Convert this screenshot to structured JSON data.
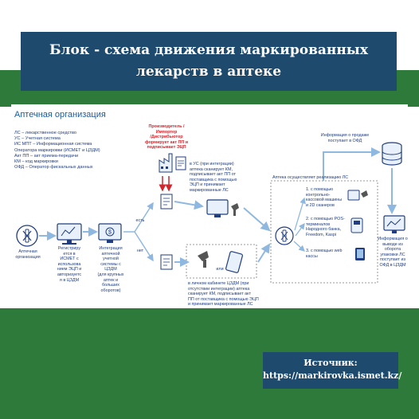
{
  "title": {
    "line1": "Блок - схема движения маркированных",
    "line2": "лекарств в аптеке"
  },
  "diagram": {
    "org_title": "Аптечная организация",
    "legend": [
      "ЛС – лекарственное средство",
      "УС – Учетная система",
      "ИС МПТ – Информационная система",
      "Оператора маркировки (ИСМЕТ и ЦЗДМ)",
      "Акт ПП – акт приема-передачи",
      "КМ – код маркировки",
      "ОФД – Оператор фискальных данных"
    ],
    "step_pharmacy": "Аптечная организация",
    "step_register": [
      "Регистриру",
      "ется в",
      "ИСМЕТ с",
      "использова",
      "нием ЭЦП и",
      "авторизуетс",
      "я в ЦЗДМ"
    ],
    "step_integration": [
      "Интеграция",
      "аптечной",
      "учетной",
      "системы с",
      "ЦЗДМ",
      "(для крупных",
      "аптек и",
      "больших",
      "оборотов)"
    ],
    "label_yes": "есть",
    "label_no": "нет",
    "manufacturer": [
      "Производитель /",
      "Импортер",
      "/Дистрибьютор",
      "формирует акт ПП и",
      "подписывает ЭЦП"
    ],
    "us_branch": [
      "в УС (при интеграции)",
      "аптека сканирует КМ,",
      "подписывает акт ПП от",
      "поставщика с помощью",
      "ЭЦП  и  принимает",
      "маркированные ЛС"
    ],
    "cabinet_branch": [
      "в личном кабинете ЦЗДМ (при",
      "отсутствии интеграции) аптека",
      "сканирует КМ, подписывает акт",
      "ПП от поставщика с помощью ЭЦП",
      "и  принимает маркированные ЛС"
    ],
    "label_or": "или",
    "sale_title": "Аптека осуществляет реализацию ЛС",
    "sale_options": [
      [
        "1. с помощью",
        "контрольно-",
        "кассовой машины",
        "и 2D сканеров"
      ],
      [
        "2. с помощью POS-",
        "терминалов",
        "Народного банка,",
        "Freedom, Kaspi"
      ],
      [
        "3. с помощью web",
        "кассы"
      ]
    ],
    "ofd_info": [
      "Информация о продаже",
      "поступает в ОФД"
    ],
    "withdraw_info": [
      "Информация о",
      "выводе из",
      "оборота",
      "упаковки ЛС",
      "поступает из",
      "ОФД в ЦЗДМ"
    ]
  },
  "source": {
    "label": "Источник:",
    "url": "https://markirovka.ismet.kz/"
  },
  "colors": {
    "navy": "#1e4a6e",
    "green": "#2d7a3a",
    "diagram_blue": "#1f3d80",
    "light_blue": "#9cc3e6",
    "red": "#d0282e"
  }
}
